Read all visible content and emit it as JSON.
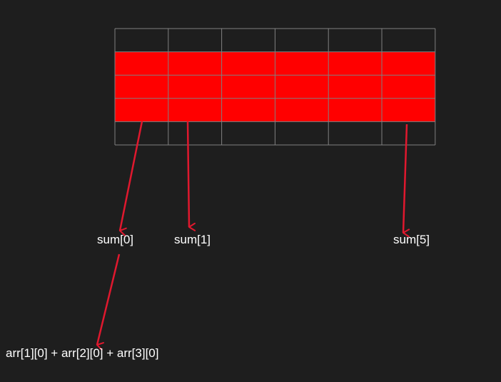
{
  "grid": {
    "rows": 5,
    "cols": 6,
    "highlighted_rows": [
      1,
      2,
      3
    ],
    "highlight_color": "#ff0000",
    "line_color": "#808080",
    "background": "#1e1e1e"
  },
  "arrow_color": "#e0182e",
  "labels": {
    "sum0": "sum[0]",
    "sum1": "sum[1]",
    "sum5": "sum[5]",
    "formula": "arr[1][0] + arr[2][0] + arr[3][0]"
  }
}
